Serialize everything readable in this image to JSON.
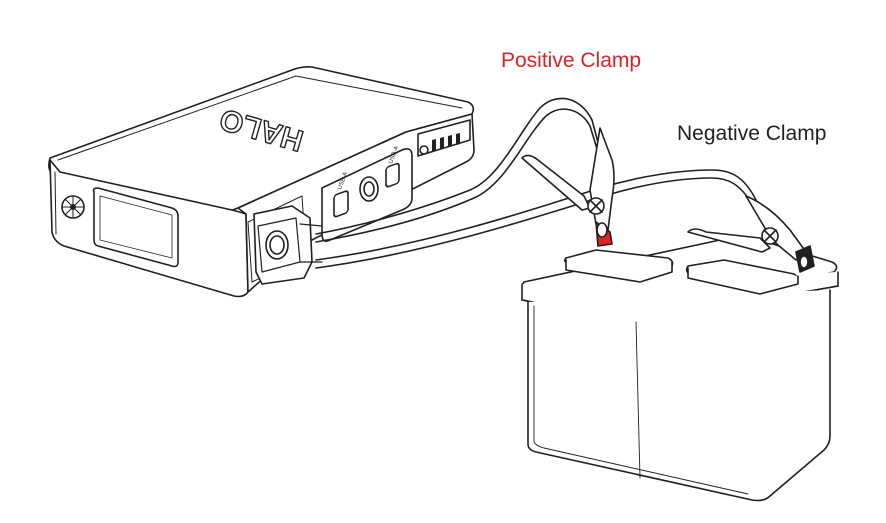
{
  "labels": {
    "positive_clamp": "Positive Clamp",
    "negative_clamp": "Negative Clamp"
  },
  "device": {
    "brand": "HALO"
  },
  "colors": {
    "positive_label": "#e21f26",
    "negative_label": "#231f20",
    "positive_clamp_tip": "#e21f26",
    "negative_clamp_tip": "#231f20",
    "line_art": "#231f20"
  },
  "icons": [
    "jump-starter-device",
    "car-battery",
    "positive-clamp-icon",
    "negative-clamp-icon",
    "fan-vent-icon",
    "usb-port-icon",
    "power-button-icon",
    "battery-level-icon",
    "cable-connector-icon"
  ]
}
